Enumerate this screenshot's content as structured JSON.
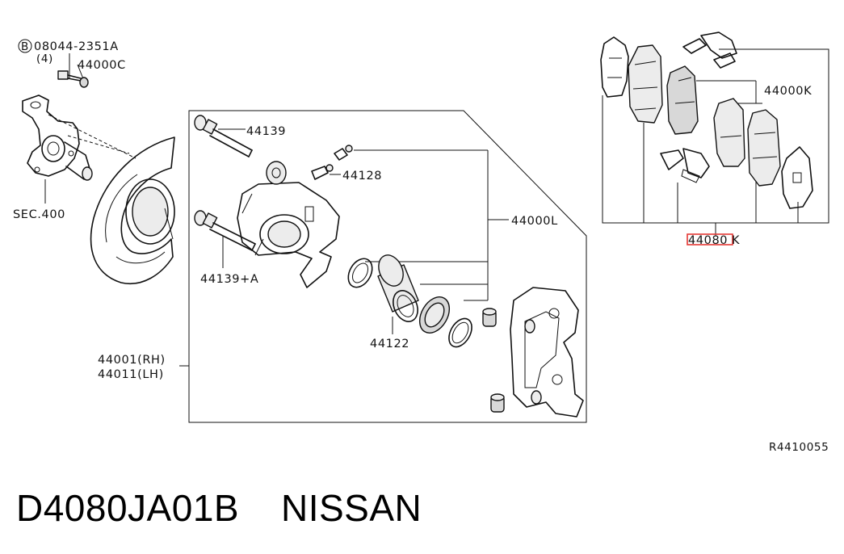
{
  "labels": {
    "bolt_ref": "08044-2351A",
    "bolt_circle": "B",
    "bolt_qty": "(4)",
    "washer": "44000C",
    "knuckle": "SEC.400",
    "slide_pin": "44139",
    "bleeder": "44128",
    "caliper_assy": "44000L",
    "slide_pin_a": "44139+A",
    "piston": "44122",
    "caliper_rh": "44001(RH)",
    "caliper_lh": "44011(LH)",
    "pad_kit": "44000K",
    "pad_set_prefix": "44080",
    "pad_set_suffix": "K",
    "diagram_ref": "R4410055"
  },
  "footer": {
    "part_number": "D4080JA01B",
    "brand": "NISSAN"
  },
  "colors": {
    "line": "#111111",
    "highlight": "#e53935",
    "background": "#ffffff"
  }
}
